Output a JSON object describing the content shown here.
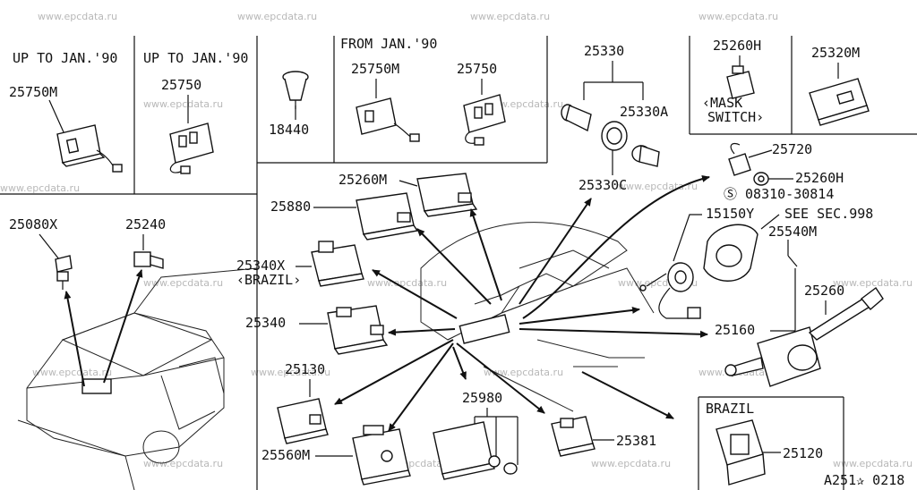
{
  "watermark": "www.epcdata.ru",
  "diagram_id": "A251✰ 0218",
  "panels": {
    "p1_header": "UP TO JAN.'90",
    "p2_header": "UP TO JAN.'90",
    "p4_header": "FROM JAN.'90",
    "brazil_header": "BRAZIL",
    "mask_switch": "‹MASK\n SWITCH›"
  },
  "labels": {
    "p25750M_a": "25750M",
    "p25750_a": "25750",
    "p18440": "18440",
    "p25750M_b": "25750M",
    "p25750_b": "25750",
    "p25330": "25330",
    "p25330A": "25330A",
    "p25330C": "25330C",
    "p25260H_a": "25260H",
    "p25320M": "25320M",
    "p25720": "25720",
    "p25260H_b": "25260H",
    "p08310": "Ⓢ 08310-30814",
    "p15150Y": "15150Y",
    "see_sec": "SEE SEC.998",
    "p25540M": "25540M",
    "p25260": "25260",
    "p25160": "25160",
    "p25080X": "25080X",
    "p25240": "25240",
    "p25260M": "25260M",
    "p25880": "25880",
    "p25340X": "25340X",
    "brazil_paren": "‹BRAZIL›",
    "p25340": "25340",
    "p25130": "25130",
    "p25980": "25980",
    "p25560M": "25560M",
    "p25381": "25381",
    "p25120": "25120"
  }
}
